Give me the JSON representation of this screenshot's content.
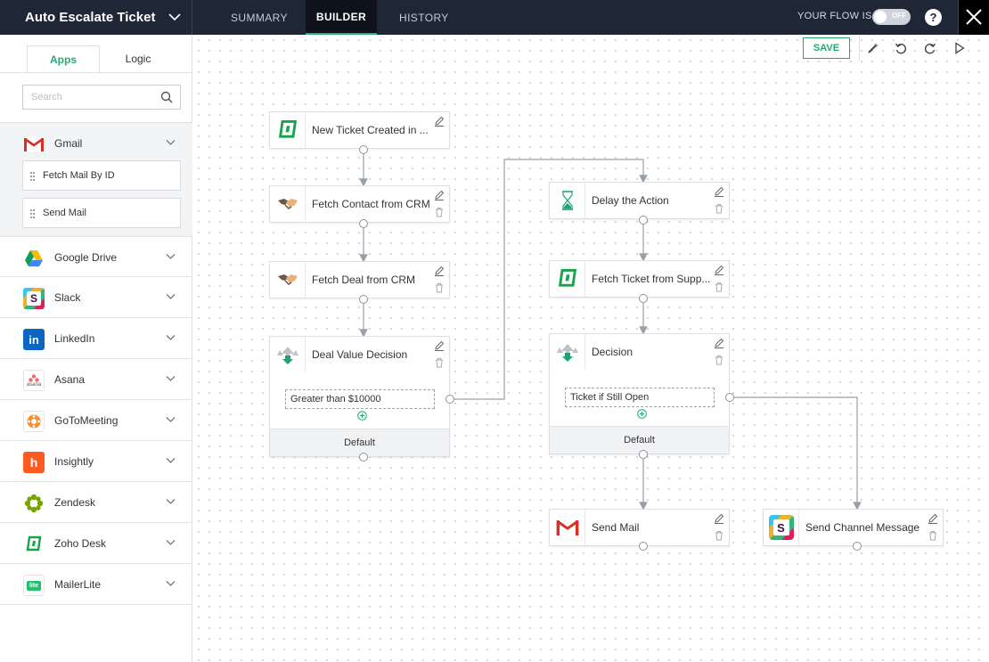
{
  "header": {
    "flow_title": "Auto Escalate Ticket",
    "tabs": [
      {
        "label": "SUMMARY",
        "active": false
      },
      {
        "label": "BUILDER",
        "active": true
      },
      {
        "label": "HISTORY",
        "active": false
      }
    ],
    "flow_status_label": "YOUR FLOW IS",
    "toggle_state": "OFF",
    "help_label": "?",
    "colors": {
      "bar": "#1f2636",
      "accent": "#26b07c"
    }
  },
  "sidebar": {
    "tabs": [
      {
        "label": "Apps",
        "active": true
      },
      {
        "label": "Logic",
        "active": false
      }
    ],
    "search_placeholder": "Search",
    "apps": [
      {
        "name": "Gmail",
        "icon": "gmail-icon",
        "expanded": true,
        "actions": [
          "Fetch Mail By ID",
          "Send Mail"
        ]
      },
      {
        "name": "Google Drive",
        "icon": "google-drive-icon"
      },
      {
        "name": "Slack",
        "icon": "slack-icon"
      },
      {
        "name": "LinkedIn",
        "icon": "linkedin-icon"
      },
      {
        "name": "Asana",
        "icon": "asana-icon",
        "icon_text": "asana"
      },
      {
        "name": "GoToMeeting",
        "icon": "gotomeeting-icon"
      },
      {
        "name": "Insightly",
        "icon": "insightly-icon"
      },
      {
        "name": "Zendesk",
        "icon": "zendesk-icon"
      },
      {
        "name": "Zoho Desk",
        "icon": "zoho-desk-icon"
      },
      {
        "name": "MailerLite",
        "icon": "mailerlite-icon",
        "icon_text": "lite"
      }
    ]
  },
  "toolbar": {
    "save_label": "SAVE",
    "tools": [
      "magic-wand-icon",
      "undo-icon",
      "redo-icon",
      "play-icon"
    ]
  },
  "flow": {
    "nodes": [
      {
        "id": "n1",
        "title": "New Ticket Created in ...",
        "icon": "zoho-desk-icon"
      },
      {
        "id": "n2",
        "title": "Fetch Contact from CRM",
        "icon": "crm-handshake-icon"
      },
      {
        "id": "n3",
        "title": "Fetch Deal from CRM",
        "icon": "crm-handshake-icon"
      },
      {
        "id": "n4",
        "title": "Deal Value Decision",
        "icon": "decision-icon",
        "condition": "Greater than $10000",
        "default_label": "Default"
      },
      {
        "id": "n5",
        "title": "Delay the Action",
        "icon": "hourglass-icon"
      },
      {
        "id": "n6",
        "title": "Fetch Ticket from Supp...",
        "icon": "zoho-desk-icon"
      },
      {
        "id": "n7",
        "title": "Decision",
        "icon": "decision-icon",
        "condition": "Ticket if Still Open",
        "default_label": "Default"
      },
      {
        "id": "n8",
        "title": "Send Mail",
        "icon": "gmail-icon"
      },
      {
        "id": "n9",
        "title": "Send Channel Message",
        "icon": "slack-icon"
      }
    ]
  }
}
